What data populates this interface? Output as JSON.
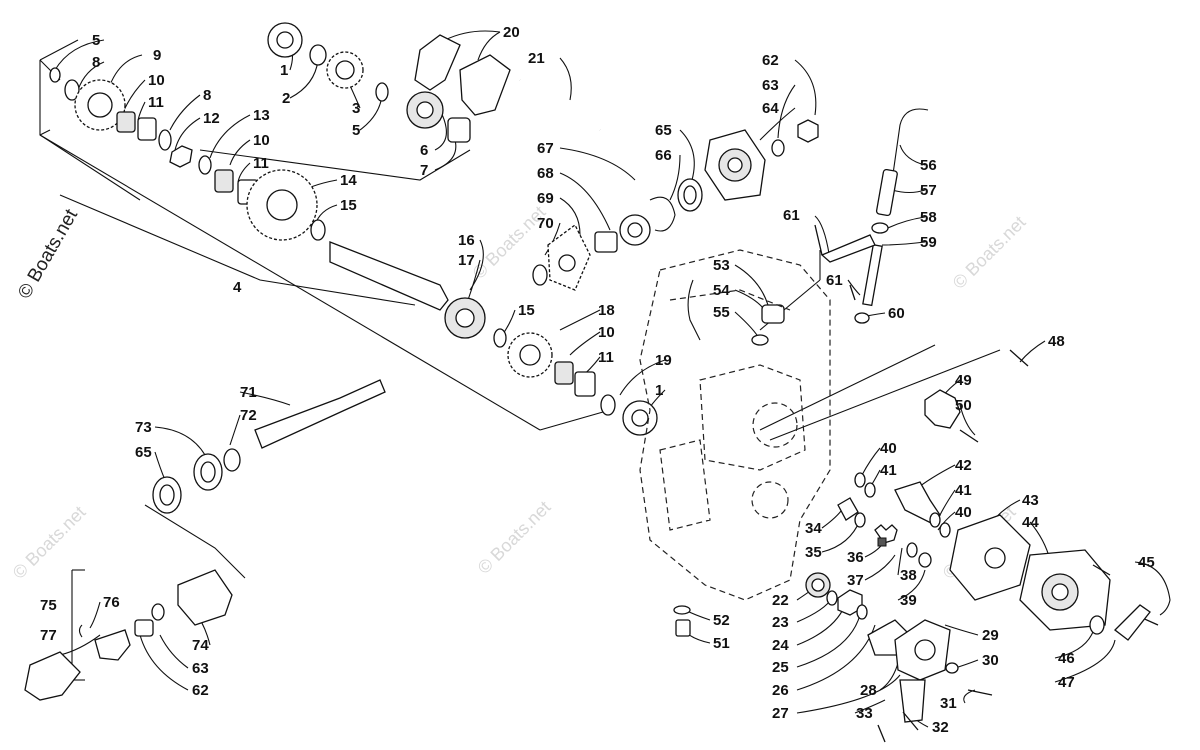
{
  "watermark": {
    "text": "© Boats.net"
  },
  "callouts": [
    {
      "id": "c5a",
      "text": "5"
    },
    {
      "id": "c8a",
      "text": "8"
    },
    {
      "id": "c9",
      "text": "9"
    },
    {
      "id": "c10a",
      "text": "10"
    },
    {
      "id": "c11a",
      "text": "11"
    },
    {
      "id": "c8b",
      "text": "8"
    },
    {
      "id": "c12",
      "text": "12"
    },
    {
      "id": "c13",
      "text": "13"
    },
    {
      "id": "c10b",
      "text": "10"
    },
    {
      "id": "c11b",
      "text": "11"
    },
    {
      "id": "c14",
      "text": "14"
    },
    {
      "id": "c15a",
      "text": "15"
    },
    {
      "id": "c4",
      "text": "4"
    },
    {
      "id": "c1a",
      "text": "1"
    },
    {
      "id": "c2",
      "text": "2"
    },
    {
      "id": "c3",
      "text": "3"
    },
    {
      "id": "c5b",
      "text": "5"
    },
    {
      "id": "c6",
      "text": "6"
    },
    {
      "id": "c7",
      "text": "7"
    },
    {
      "id": "c20",
      "text": "20"
    },
    {
      "id": "c21",
      "text": "21"
    },
    {
      "id": "c62a",
      "text": "62"
    },
    {
      "id": "c63a",
      "text": "63"
    },
    {
      "id": "c64",
      "text": "64"
    },
    {
      "id": "c65a",
      "text": "65"
    },
    {
      "id": "c66",
      "text": "66"
    },
    {
      "id": "c67",
      "text": "67"
    },
    {
      "id": "c68",
      "text": "68"
    },
    {
      "id": "c69",
      "text": "69"
    },
    {
      "id": "c70",
      "text": "70"
    },
    {
      "id": "c16",
      "text": "16"
    },
    {
      "id": "c17",
      "text": "17"
    },
    {
      "id": "c15b",
      "text": "15"
    },
    {
      "id": "c18",
      "text": "18"
    },
    {
      "id": "c10c",
      "text": "10"
    },
    {
      "id": "c11c",
      "text": "11"
    },
    {
      "id": "c19",
      "text": "19"
    },
    {
      "id": "c1b",
      "text": "1"
    },
    {
      "id": "c56",
      "text": "56"
    },
    {
      "id": "c57",
      "text": "57"
    },
    {
      "id": "c58",
      "text": "58"
    },
    {
      "id": "c59",
      "text": "59"
    },
    {
      "id": "c61a",
      "text": "61"
    },
    {
      "id": "c61b",
      "text": "61"
    },
    {
      "id": "c60",
      "text": "60"
    },
    {
      "id": "c53",
      "text": "53"
    },
    {
      "id": "c54",
      "text": "54"
    },
    {
      "id": "c55",
      "text": "55"
    },
    {
      "id": "c48",
      "text": "48"
    },
    {
      "id": "c49",
      "text": "49"
    },
    {
      "id": "c50",
      "text": "50"
    },
    {
      "id": "c40a",
      "text": "40"
    },
    {
      "id": "c41a",
      "text": "41"
    },
    {
      "id": "c42",
      "text": "42"
    },
    {
      "id": "c41b",
      "text": "41"
    },
    {
      "id": "c40b",
      "text": "40"
    },
    {
      "id": "c43",
      "text": "43"
    },
    {
      "id": "c44",
      "text": "44"
    },
    {
      "id": "c45",
      "text": "45"
    },
    {
      "id": "c34",
      "text": "34"
    },
    {
      "id": "c35",
      "text": "35"
    },
    {
      "id": "c36",
      "text": "36"
    },
    {
      "id": "c37",
      "text": "37"
    },
    {
      "id": "c38",
      "text": "38"
    },
    {
      "id": "c39",
      "text": "39"
    },
    {
      "id": "c71",
      "text": "71"
    },
    {
      "id": "c72",
      "text": "72"
    },
    {
      "id": "c73",
      "text": "73"
    },
    {
      "id": "c65b",
      "text": "65"
    },
    {
      "id": "c75",
      "text": "75"
    },
    {
      "id": "c76",
      "text": "76"
    },
    {
      "id": "c77",
      "text": "77"
    },
    {
      "id": "c74",
      "text": "74"
    },
    {
      "id": "c63b",
      "text": "63"
    },
    {
      "id": "c62b",
      "text": "62"
    },
    {
      "id": "c22",
      "text": "22"
    },
    {
      "id": "c23",
      "text": "23"
    },
    {
      "id": "c24",
      "text": "24"
    },
    {
      "id": "c25",
      "text": "25"
    },
    {
      "id": "c26",
      "text": "26"
    },
    {
      "id": "c27",
      "text": "27"
    },
    {
      "id": "c28",
      "text": "28"
    },
    {
      "id": "c29",
      "text": "29"
    },
    {
      "id": "c30",
      "text": "30"
    },
    {
      "id": "c31",
      "text": "31"
    },
    {
      "id": "c32",
      "text": "32"
    },
    {
      "id": "c33",
      "text": "33"
    },
    {
      "id": "c52",
      "text": "52"
    },
    {
      "id": "c51",
      "text": "51"
    },
    {
      "id": "c46",
      "text": "46"
    },
    {
      "id": "c47",
      "text": "47"
    }
  ]
}
